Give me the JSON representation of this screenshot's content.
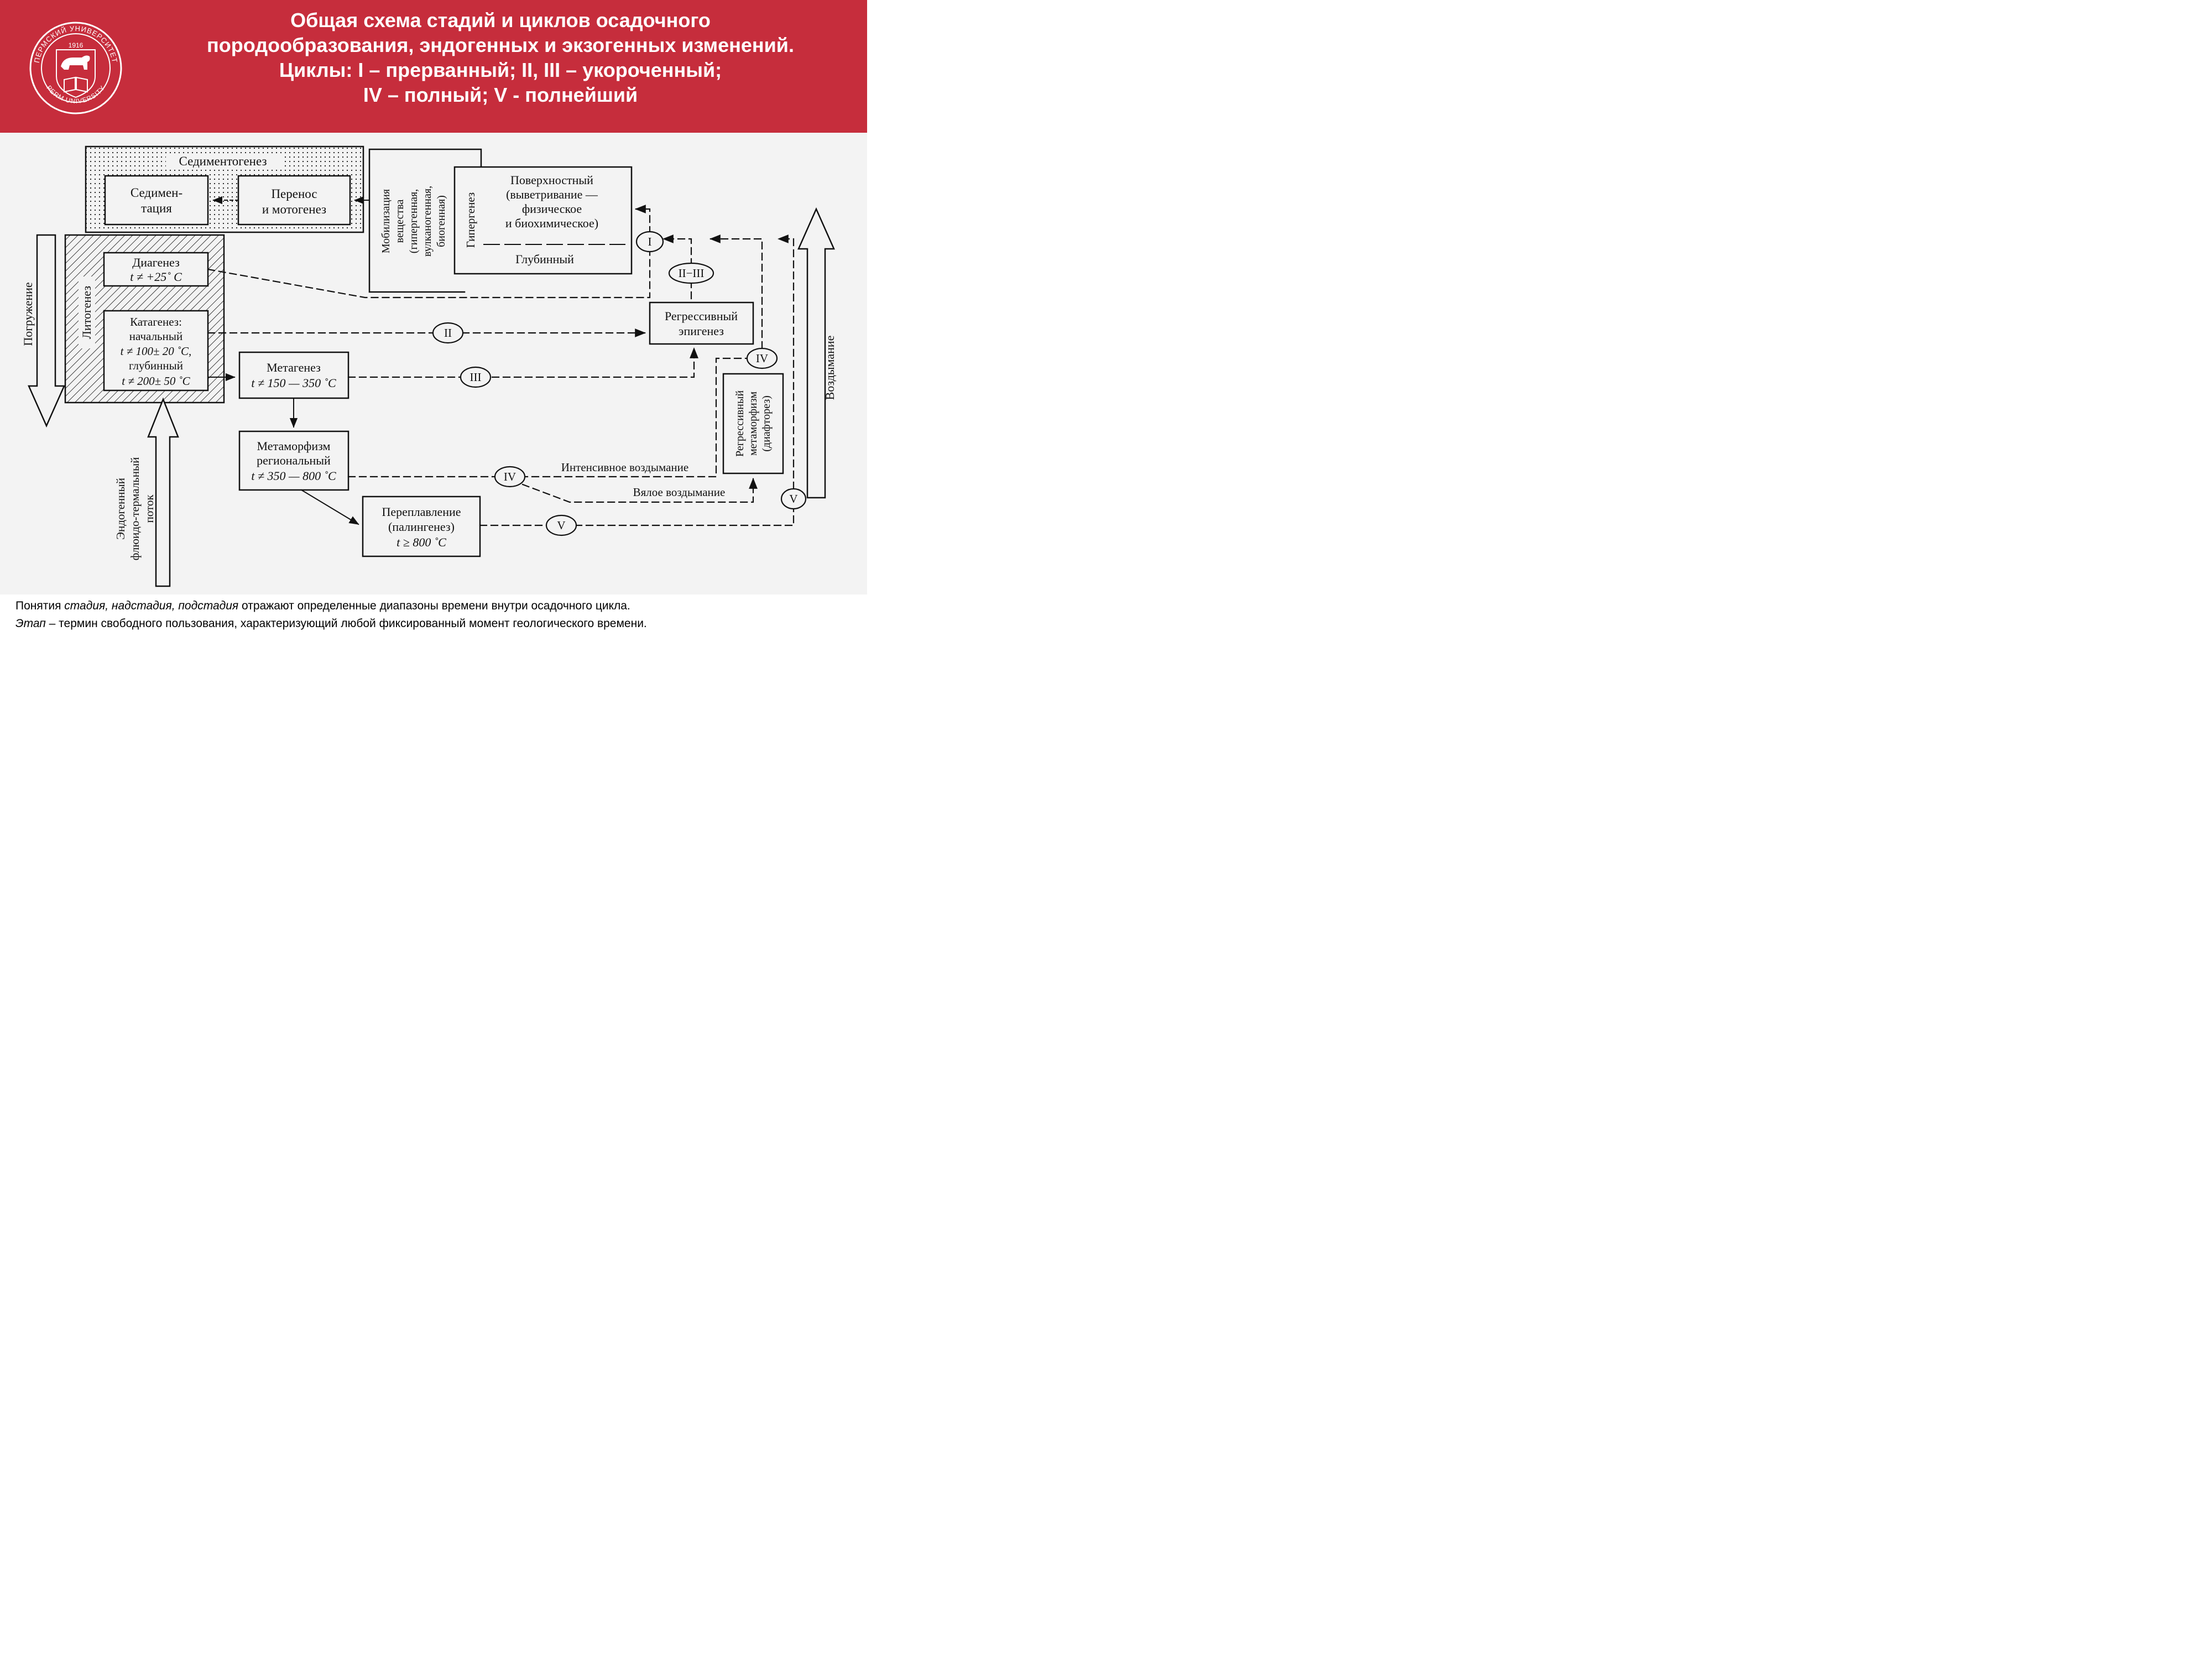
{
  "header": {
    "title_lines": [
      "Общая схема стадий и циклов осадочного",
      "породообразования, эндогенных и экзогенных изменений.",
      "Циклы: I – прерванный; II, III – укороченный;",
      "IV – полный; V - полнейший"
    ],
    "background_color": "#c62d3c",
    "logo": {
      "name": "perm-university-seal",
      "text_top": "ПЕРМСКИЙ УНИВЕРСИТЕТ",
      "text_bottom": "PERM UNIVERSITY",
      "year": "1916"
    }
  },
  "diagram": {
    "sedimentogenesis": {
      "label": "Седиментогенез",
      "sedimentation": [
        "Седимен-",
        "тация"
      ],
      "transport": [
        "Перенос",
        "и мотогенез"
      ]
    },
    "mobilization": [
      "Мобилизация",
      "вещества",
      "(гипергенная,",
      "вулканогенная,",
      "биогенная)"
    ],
    "hypergenesis": {
      "label": "Гипергенез",
      "surface": [
        "Поверхностный",
        "(выветривание —",
        "физическое",
        "и биохимическое)"
      ],
      "deep": "Глубинный"
    },
    "lithogenesis": "Литогенез",
    "diagenesis": {
      "title": "Диагенез",
      "temp": "t ≠ +25˚ C"
    },
    "catagenesis": [
      "Катагенез:",
      "начальный",
      "t ≠ 100± 20 ˚C,",
      "глубинный",
      "t ≠ 200± 50 ˚C"
    ],
    "metagenesis": {
      "title": "Метагенез",
      "temp": "t ≠ 150 — 350 ˚C"
    },
    "metamorphism": [
      "Метаморфизм",
      "региональный",
      "t ≠ 350 — 800 ˚C"
    ],
    "remelting": [
      "Переплавление",
      "(палингенез)",
      "t ≥ 800 ˚C"
    ],
    "regressive_epigenesis": [
      "Регрессивный",
      "эпигенез"
    ],
    "regressive_metamorphism": [
      "Регрессивный",
      "метаморфизм",
      "(диафторез)"
    ],
    "subsidence": "Погружение",
    "uplift": "Воздымание",
    "endogenous_flow": [
      "Эндогенный",
      "флюидо-термальный",
      "поток"
    ],
    "intensive_uplift": "Интенсивное воздымание",
    "slow_uplift": "Вялое воздымание",
    "cycles": {
      "c1": "I",
      "c23": "II−III",
      "c2": "II",
      "c3": "III",
      "c4a": "IV",
      "c4b": "IV",
      "c5a": "V",
      "c5b": "V"
    }
  },
  "footer": {
    "line1_pre": "Понятия ",
    "line1_italic": "стадия, надстадия, подстадия",
    "line1_post": " отражают определенные диапазоны времени внутри осадочного цикла.",
    "line2_italic": "Этап",
    "line2_post": " – термин свободного пользования, характеризующий любой фиксированный момент геологического времени."
  }
}
